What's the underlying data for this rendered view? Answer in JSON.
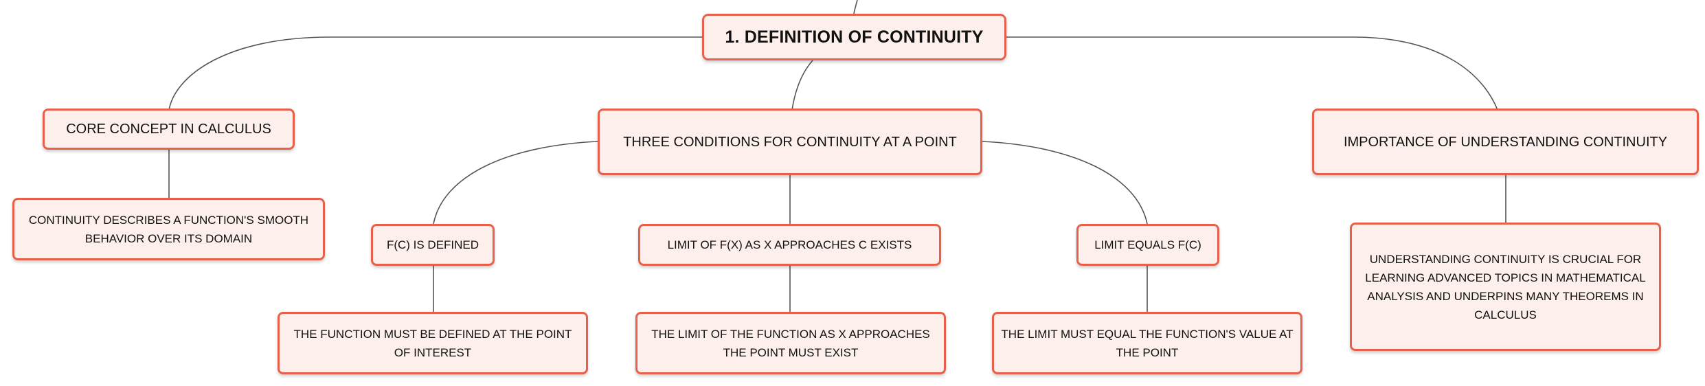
{
  "theme": {
    "border": "#e8604a",
    "fill": "#fdf0ec",
    "line": "#555555"
  },
  "root": {
    "label": "1. DEFINITION OF CONTINUITY"
  },
  "core": {
    "label": "CORE CONCEPT IN CALCULUS",
    "detail": "CONTINUITY DESCRIBES A FUNCTION'S SMOOTH BEHAVIOR OVER ITS DOMAIN"
  },
  "conditions": {
    "label": "THREE CONDITIONS FOR CONTINUITY AT A POINT",
    "items": [
      {
        "label": "F(C) IS DEFINED",
        "detail": "THE FUNCTION MUST BE DEFINED AT THE POINT OF INTEREST"
      },
      {
        "label": "LIMIT OF F(X) AS X APPROACHES C EXISTS",
        "detail": "THE LIMIT OF THE FUNCTION AS X APPROACHES THE POINT MUST EXIST"
      },
      {
        "label": "LIMIT EQUALS F(C)",
        "detail": "THE LIMIT MUST EQUAL THE FUNCTION'S VALUE AT THE POINT"
      }
    ]
  },
  "importance": {
    "label": "IMPORTANCE OF UNDERSTANDING CONTINUITY",
    "detail": "UNDERSTANDING CONTINUITY IS CRUCIAL FOR LEARNING ADVANCED TOPICS IN MATHEMATICAL ANALYSIS AND UNDERPINS MANY THEOREMS IN CALCULUS"
  }
}
